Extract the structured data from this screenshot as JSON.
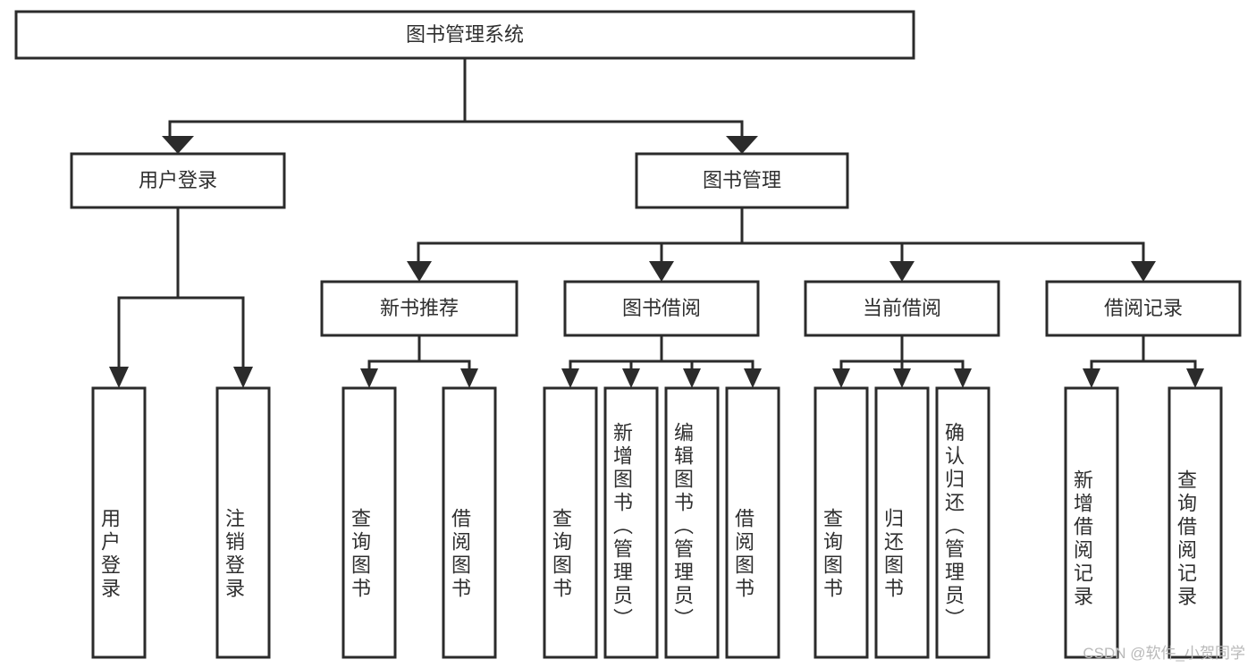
{
  "diagram": {
    "type": "tree",
    "title": "图书管理系统",
    "orientation": "top-down",
    "leaf_text_orientation": "vertical",
    "colors": {
      "background": "#ffffff",
      "box_fill": "#ffffff",
      "box_stroke": "#2b2b2b",
      "text": "#2f2f2f",
      "watermark": "#b9b9b9"
    },
    "root": {
      "id": "root",
      "label": "图书管理系统"
    },
    "level2": [
      {
        "id": "user-login",
        "label": "用户登录"
      },
      {
        "id": "book-management",
        "label": "图书管理"
      }
    ],
    "level3": [
      {
        "id": "new-book-recommend",
        "label": "新书推荐",
        "parent": "book-management"
      },
      {
        "id": "book-borrow",
        "label": "图书借阅",
        "parent": "book-management"
      },
      {
        "id": "current-borrow",
        "label": "当前借阅",
        "parent": "book-management"
      },
      {
        "id": "borrow-record",
        "label": "借阅记录",
        "parent": "book-management"
      }
    ],
    "leaves": {
      "user-login": [
        {
          "id": "leaf-user-login",
          "label": "用户登录"
        },
        {
          "id": "leaf-user-logout",
          "label": "注销登录"
        }
      ],
      "new-book-recommend": [
        {
          "id": "leaf-query-book-1",
          "label": "查询图书"
        },
        {
          "id": "leaf-borrow-book-1",
          "label": "借阅图书"
        }
      ],
      "book-borrow": [
        {
          "id": "leaf-query-book-2",
          "label": "查询图书"
        },
        {
          "id": "leaf-add-book",
          "label": "新增图书（管理员）"
        },
        {
          "id": "leaf-edit-book",
          "label": "编辑图书（管理员）"
        },
        {
          "id": "leaf-borrow-book-2",
          "label": "借阅图书"
        }
      ],
      "current-borrow": [
        {
          "id": "leaf-query-book-3",
          "label": "查询图书"
        },
        {
          "id": "leaf-return-book",
          "label": "归还图书"
        },
        {
          "id": "leaf-confirm-return",
          "label": "确认归还（管理员）"
        }
      ],
      "borrow-record": [
        {
          "id": "leaf-add-record",
          "label": "新增借阅记录"
        },
        {
          "id": "leaf-query-record",
          "label": "查询借阅记录"
        }
      ]
    }
  },
  "watermark": {
    "text": "CSDN @软件_小贺同学"
  }
}
